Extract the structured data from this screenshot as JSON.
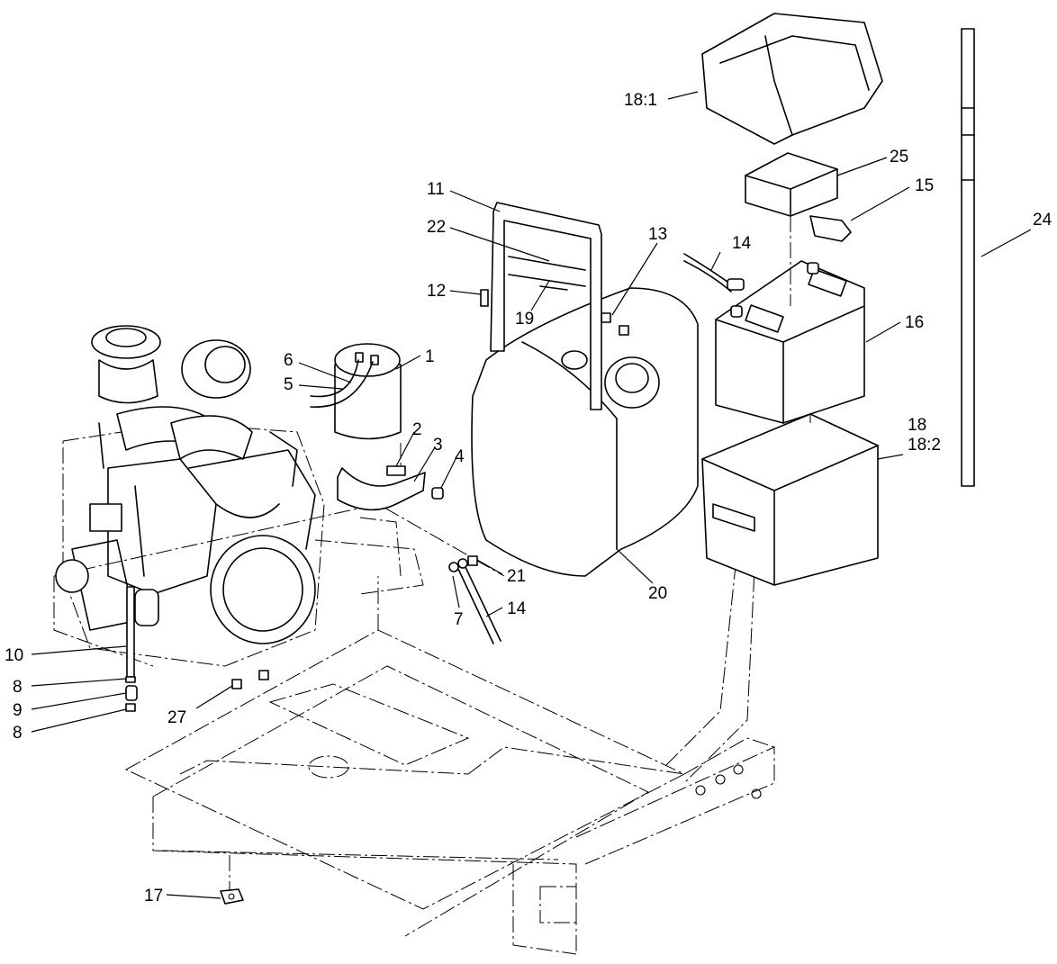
{
  "callouts": {
    "c18_1": "18:1",
    "c25": "25",
    "c15": "15",
    "c24": "24",
    "c11": "11",
    "c22": "22",
    "c13": "13",
    "c14a": "14",
    "c12": "12",
    "c19": "19",
    "c16": "16",
    "c6": "6",
    "c5": "5",
    "c1": "1",
    "c2": "2",
    "c3": "3",
    "c4": "4",
    "c18": "18",
    "c18_2": "18:2",
    "c21": "21",
    "c7": "7",
    "c14b": "14",
    "c20": "20",
    "c10": "10",
    "c8a": "8",
    "c9": "9",
    "c8b": "8",
    "c27": "27",
    "c17": "17"
  },
  "colors": {
    "line": "#000000",
    "background": "#ffffff"
  }
}
